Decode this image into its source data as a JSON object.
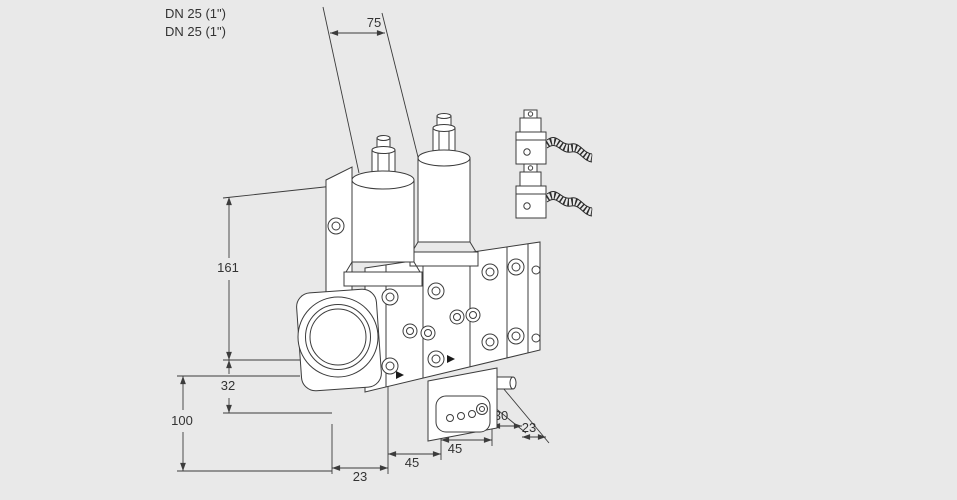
{
  "title": {
    "line1": "DN 25 (1\")",
    "line2": "DN 25 (1\")"
  },
  "dimensions": {
    "top_width": "75",
    "left_height": "161",
    "left_offset": "32",
    "left_total_height": "100",
    "bottom_first": "23",
    "bottom_second": "45",
    "bottom_third": "45",
    "depth_first": "30",
    "depth_second": "23"
  },
  "colors": {
    "background": "#e9e9e9",
    "drawing_line": "#3c3c3c",
    "text": "#333333",
    "shape_fill": "#ffffff"
  }
}
